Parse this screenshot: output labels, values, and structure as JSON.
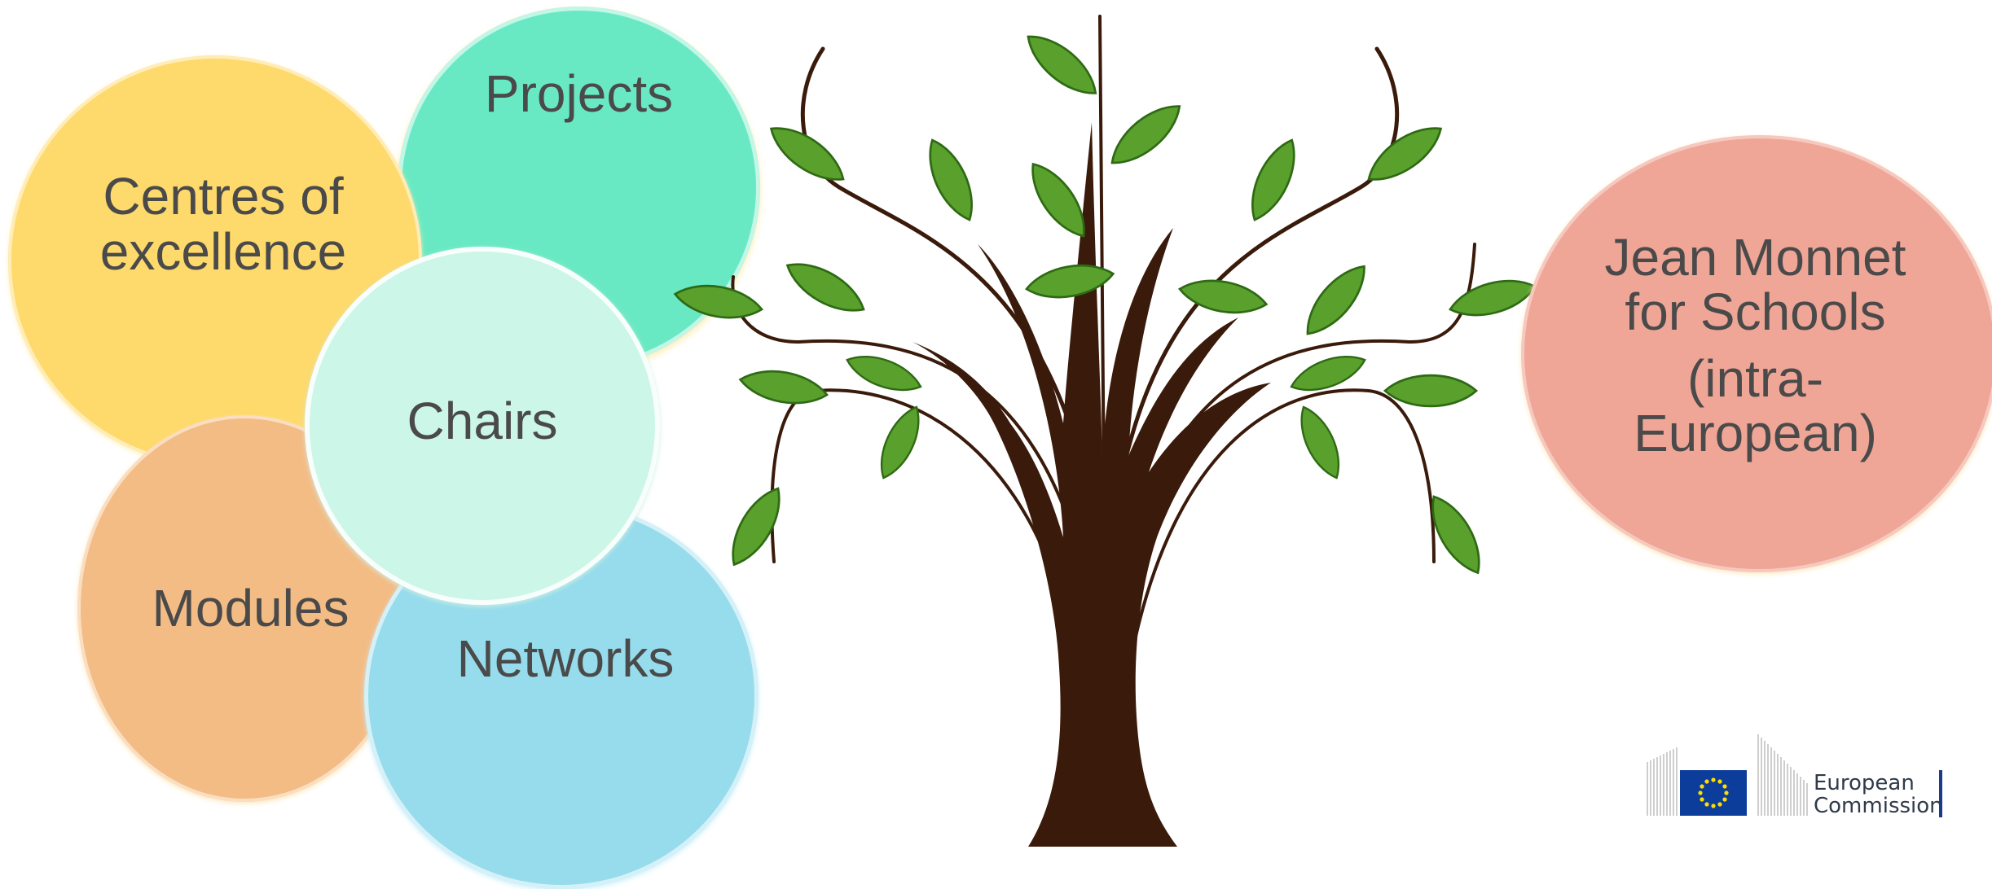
{
  "bubbles": {
    "projects": "Projects",
    "centres": [
      "Centres of",
      "excellence"
    ],
    "modules": "Modules",
    "chairs": "Chairs",
    "networks": "Networks",
    "jean_monnet": {
      "lines": [
        "Jean Monnet",
        "for Schools"
      ],
      "sub": [
        "(intra-",
        "European)"
      ]
    }
  },
  "logo": {
    "line1": "European",
    "line2": "Commission"
  },
  "colors": {
    "projects": "#69e9c3",
    "centres": "#fed96c",
    "modules": "#f4bc85",
    "chairs": "#ccf6e8",
    "networks": "#96dcec",
    "jean_monnet": "#f0a696",
    "trunk": "#3a1a0a",
    "leaf": "#5aa02c",
    "eu_blue": "#0d3d9a",
    "eu_star": "#ffdd00"
  }
}
